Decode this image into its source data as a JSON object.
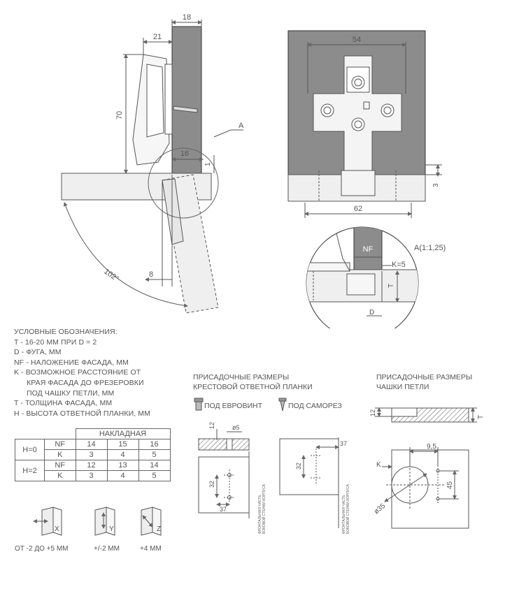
{
  "dims": {
    "d18": "18",
    "d21": "21",
    "d70": "70",
    "dA": "A",
    "d16": "16",
    "d1": "1",
    "d8": "8",
    "d102": "102°",
    "d54": "54",
    "d62": "62",
    "d3": "3",
    "detail_nf": "NF",
    "detail_k": "K=5",
    "detail_scale": "A(1:1,25)",
    "detail_t": "T",
    "detail_d": "D"
  },
  "legend": {
    "title": "УСЛОВНЫЕ ОБОЗНАЧЕНИЯ:",
    "l1": "T - 16-20 ММ ПРИ D = 2",
    "l2": "D - ФУГА, ММ",
    "l3": "NF - НАЛОЖЕНИЕ ФАСАДА, ММ",
    "l4": "K - ВОЗМОЖНОЕ РАССТОЯНИЕ ОТ",
    "l5": "КРАЯ ФАСАДА ДО ФРЕЗЕРОВКИ",
    "l6": "ПОД ЧАШКУ ПЕТЛИ, ММ",
    "l7": "T - ТОЛЩИНА ФАСАДА, ММ",
    "l8": "H - ВЫСОТА ОТВЕТНОЙ ПЛАНКИ, ММ"
  },
  "table": {
    "header": "НАКЛАДНАЯ",
    "h0": "H=0",
    "h2": "H=2",
    "nf": "NF",
    "k": "K",
    "h0_nf": [
      "14",
      "15",
      "16"
    ],
    "h0_k": [
      "3",
      "4",
      "5"
    ],
    "h2_nf": [
      "12",
      "13",
      "14"
    ],
    "h2_k": [
      "3",
      "4",
      "5"
    ]
  },
  "adjust": {
    "x_label": "X",
    "y_label": "Y",
    "z_label": "Z",
    "x_range": "ОТ -2 ДО +5 ММ",
    "y_range": "+/-2 ММ",
    "z_range": "+4 ММ"
  },
  "cross_plate": {
    "title1": "ПРИСАДОЧНЫЕ РАЗМЕРЫ",
    "title2": "КРЕСТОВОЙ ОТВЕТНОЙ ПЛАНКИ",
    "euro": "ПОД ЕВРОВИНТ",
    "self": "ПОД САМОРЕЗ",
    "d12": "12",
    "d5": "ø5",
    "d32a": "32",
    "d37a": "37",
    "d37b": "37",
    "d32b": "32",
    "note1a": "ФРОНТАЛЬНАЯ ЧАСТЬ",
    "note1b": "БОКОВОЙ СТЕНКИ КОРПУСА",
    "note2a": "ФРОНТАЛЬНАЯ ЧАСТЬ",
    "note2b": "БОКОВОЙ СТЕНКИ КОРПУСА"
  },
  "cup": {
    "title1": "ПРИСАДОЧНЫЕ РАЗМЕРЫ",
    "title2": "ЧАШКИ ПЕТЛИ",
    "d12": "12",
    "dT": "T",
    "d95": "9,5",
    "dK": "K",
    "d45": "45",
    "d35": "ø35"
  },
  "colors": {
    "panel": "#8c8c8c",
    "panel_light": "#efefef",
    "line": "#555555"
  }
}
